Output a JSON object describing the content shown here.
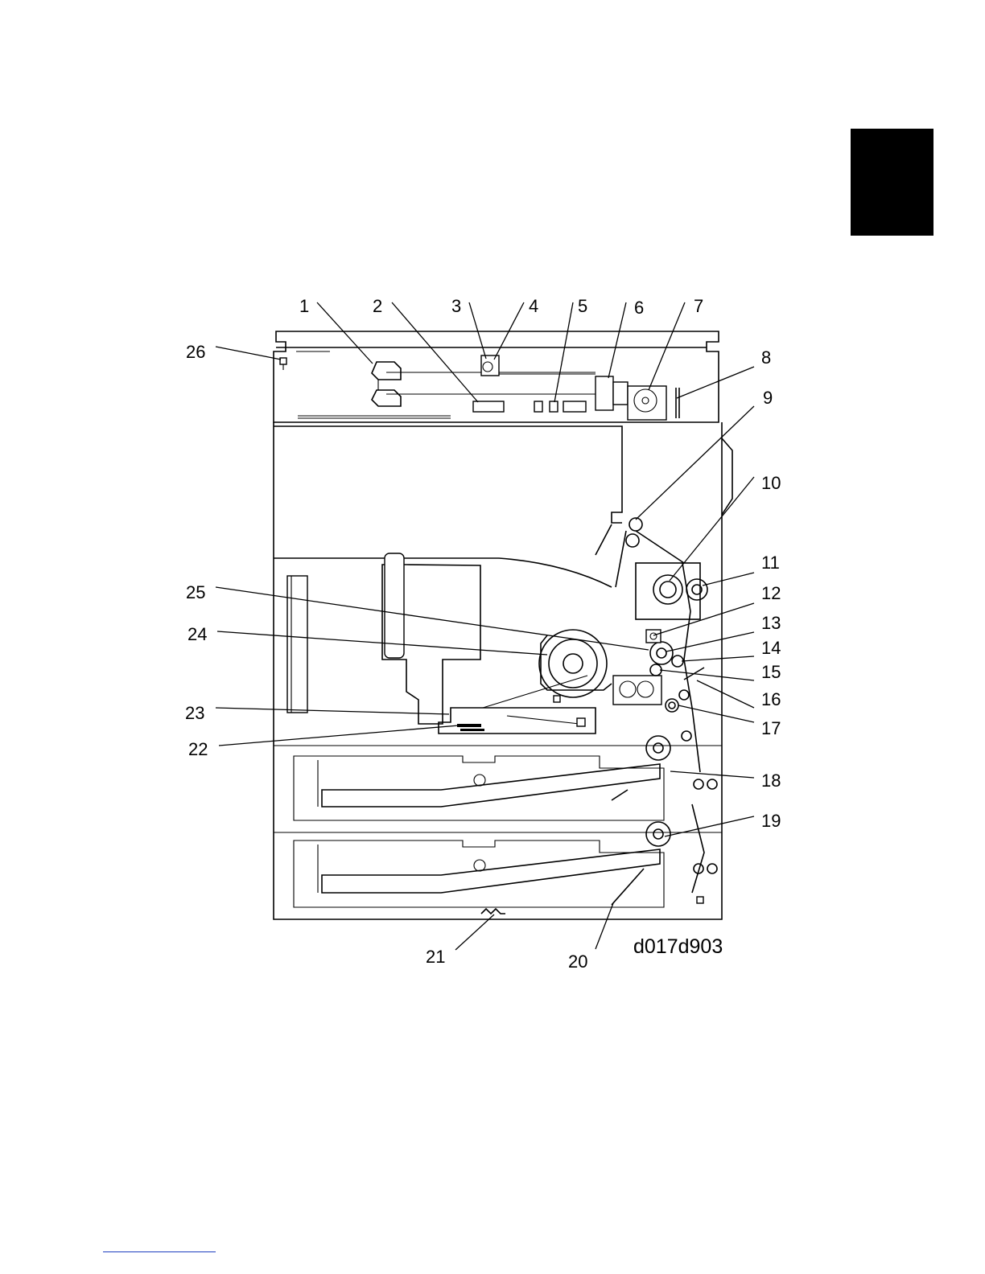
{
  "diagram": {
    "figure_code": "d017d903",
    "callouts": [
      {
        "label": "1"
      },
      {
        "label": "2"
      },
      {
        "label": "3"
      },
      {
        "label": "4"
      },
      {
        "label": "5"
      },
      {
        "label": "6"
      },
      {
        "label": "7"
      },
      {
        "label": "8"
      },
      {
        "label": "9"
      },
      {
        "label": "10"
      },
      {
        "label": "11"
      },
      {
        "label": "12"
      },
      {
        "label": "13"
      },
      {
        "label": "14"
      },
      {
        "label": "15"
      },
      {
        "label": "16"
      },
      {
        "label": "17"
      },
      {
        "label": "18"
      },
      {
        "label": "19"
      },
      {
        "label": "20"
      },
      {
        "label": "21"
      },
      {
        "label": "22"
      },
      {
        "label": "23"
      },
      {
        "label": "24"
      },
      {
        "label": "25"
      },
      {
        "label": "26"
      }
    ]
  },
  "colors": {
    "ink": "#000000",
    "footer_rule": "#1f3fbf"
  }
}
